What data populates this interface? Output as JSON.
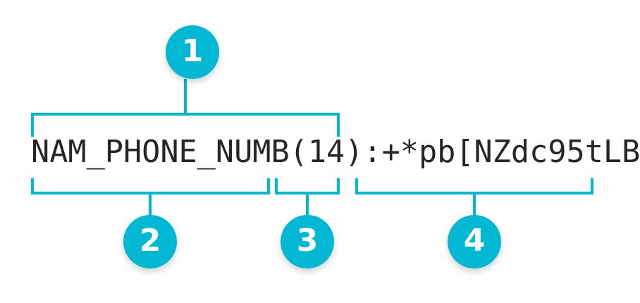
{
  "theme": {
    "accent_color": "#00b8d4",
    "text_color": "#262626",
    "background_color": "#ffffff",
    "badge_text_color": "#ffffff"
  },
  "code_string": {
    "full_text": "NAM_PHONE_NUMB(14):+*pb[NZdc95tLB",
    "segments": [
      {
        "id": "field-name",
        "text": "NAM_PHONE_NUMB"
      },
      {
        "id": "length",
        "text": "(14)"
      },
      {
        "id": "value",
        "text": ":+*pb[NZdc95tLB"
      }
    ]
  },
  "annotations": [
    {
      "number": "1",
      "target": "NAM_PHONE_NUMB(14)",
      "position": "above"
    },
    {
      "number": "2",
      "target": "NAM_PHONE_NUMB",
      "position": "below"
    },
    {
      "number": "3",
      "target": "(14)",
      "position": "below"
    },
    {
      "number": "4",
      "target": ":+*pb[NZdc95tLB",
      "position": "below"
    }
  ]
}
